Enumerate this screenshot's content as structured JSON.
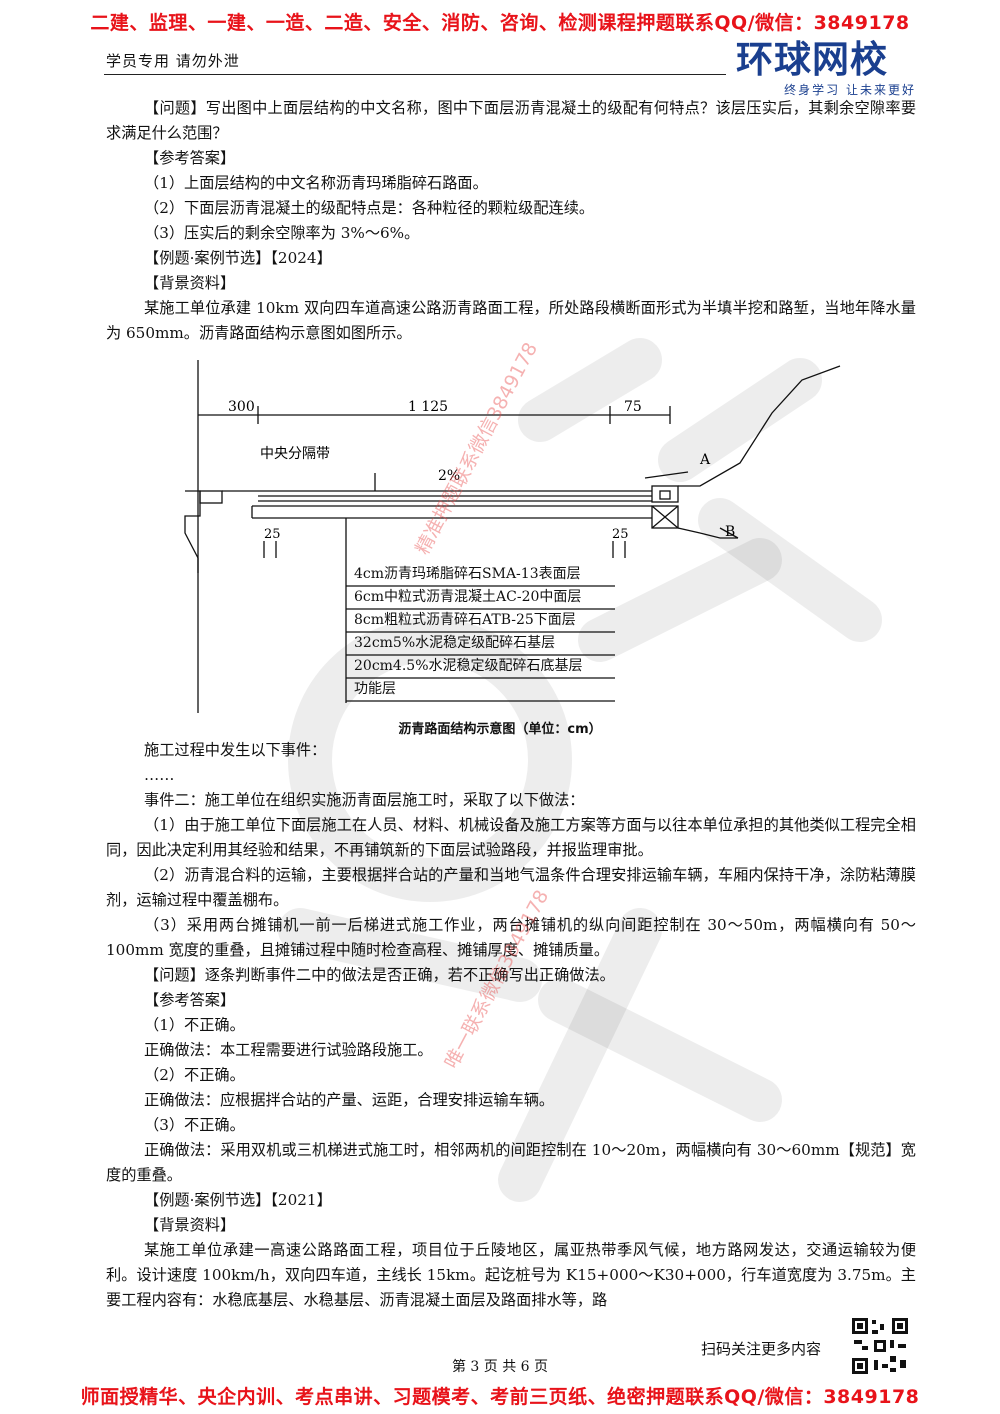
{
  "banner_top": "二建、监理、一建、一造、二造、安全、消防、咨询、检测课程押题联系QQ/微信：3849178",
  "banner_bottom": "师面授精华、央企内训、考点串讲、习题模考、考前三页纸、绝密押题联系QQ/微信：3849178",
  "header": {
    "left_text": "学员专用  请勿外泄",
    "logo_text": "环球网校",
    "logo_slogan": "终身学习  让未来更好"
  },
  "section1": {
    "q1": "【问题】写出图中上面层结构的中文名称，图中下面层沥青混凝土的级配有何特点？该层压实后，其剩余空隙率要求满足什么范围？",
    "ans_label": "【参考答案】",
    "a1": "（1）上面层结构的中文名称沥青玛琋脂碎石路面。",
    "a2": "（2）下面层沥青混凝土的级配特点是：各种粒径的颗粒级配连续。",
    "a3": "（3）压实后的剩余空隙率为 3%～6%。",
    "example": "【例题·案例节选】【2024】",
    "bg_label": "【背景资料】",
    "bg_text": "某施工单位承建 10km 双向四车道高速公路沥青路面工程，所处路段横断面形式为半填半挖和路堑，当地年降水量为 650mm。沥青路面结构示意图如图所示。"
  },
  "figure": {
    "dim_left": "300",
    "dim_mid": "1 125",
    "dim_right": "75",
    "median_label": "中央分隔带",
    "slope": "2%",
    "label_a": "A",
    "label_b": "B",
    "offset_left": "25",
    "offset_right": "25",
    "layers": [
      "4cm沥青玛琋脂碎石SMA-13表面层",
      "6cm中粒式沥青混凝土AC-20中面层",
      "8cm粗粒式沥青碎石ATB-25下面层",
      "32cm5%水泥稳定级配碎石基层",
      "20cm4.5%水泥稳定级配碎石底基层",
      "功能层"
    ],
    "caption": "沥青路面结构示意图（单位：cm）"
  },
  "section2": {
    "intro": "施工过程中发生以下事件：",
    "ellipsis": "……",
    "event2": "事件二：施工单位在组织实施沥青面层施工时，采取了以下做法：",
    "e1": "（1）由于施工单位下面层施工在人员、材料、机械设备及施工方案等方面与以往本单位承担的其他类似工程完全相同，因此决定利用其经验和结果，不再铺筑新的下面层试验路段，并报监理审批。",
    "e2": "（2）沥青混合料的运输，主要根据拌合站的产量和当地气温条件合理安排运输车辆，车厢内保持干净，涂防粘薄膜剂，运输过程中覆盖棚布。",
    "e3": "（3）采用两台摊铺机一前一后梯进式施工作业，两台摊铺机的纵向间距控制在 30～50m，两幅横向有 50～100mm 宽度的重叠，且摊铺过程中随时检查高程、摊铺厚度、摊铺质量。",
    "q": "【问题】逐条判断事件二中的做法是否正确，若不正确写出正确做法。",
    "ans_label": "【参考答案】",
    "r1": "（1）不正确。",
    "c1": "正确做法：本工程需要进行试验路段施工。",
    "r2": "（2）不正确。",
    "c2": "正确做法：应根据拌合站的产量、运距，合理安排运输车辆。",
    "r3": "（3）不正确。",
    "c3": "正确做法：采用双机或三机梯进式施工时，相邻两机的间距控制在 10～20m，两幅横向有 30～60mm【规范】宽度的重叠。",
    "example": "【例题·案例节选】【2021】",
    "bg_label": "【背景资料】",
    "bg_text": "某施工单位承建一高速公路路面工程，项目位于丘陵地区，属亚热带季风气候，地方路网发达，交通运输较为便利。设计速度 100km/h，双向四车道，主线长 15km。起讫桩号为 K15+000～K30+000，行车道宽度为 3.75m。主要工程内容有：水稳底基层、水稳基层、沥青混凝土面层及路面排水等，路"
  },
  "watermarks": {
    "wm1": "精准押题联系微信3849178",
    "wm2": "唯一联系微信3849178"
  },
  "footer": {
    "scan_text": "扫码关注更多内容",
    "page_text": "第 3 页 共 6 页"
  }
}
